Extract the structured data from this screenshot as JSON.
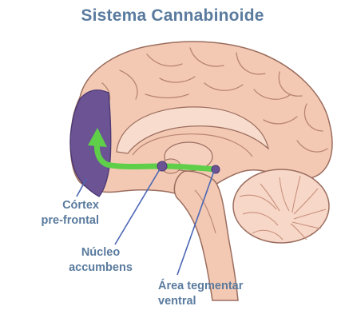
{
  "title": "Sistema Cannabinoide",
  "labels": {
    "cortex": [
      "Córtex",
      "pre-frontal"
    ],
    "nucleo": [
      "Núcleo",
      "accumbens"
    ],
    "area": [
      "Área tegmentar",
      "ventral"
    ]
  },
  "colors": {
    "title": "#5a7b9e",
    "brain": "#f3c9b4",
    "brain_outline": "#9b6d5e",
    "prefrontal": "#6b5394",
    "pathway": "#5fcf4a",
    "pointer": "#4b67b5",
    "cerebellum": "#f7d7c8"
  }
}
